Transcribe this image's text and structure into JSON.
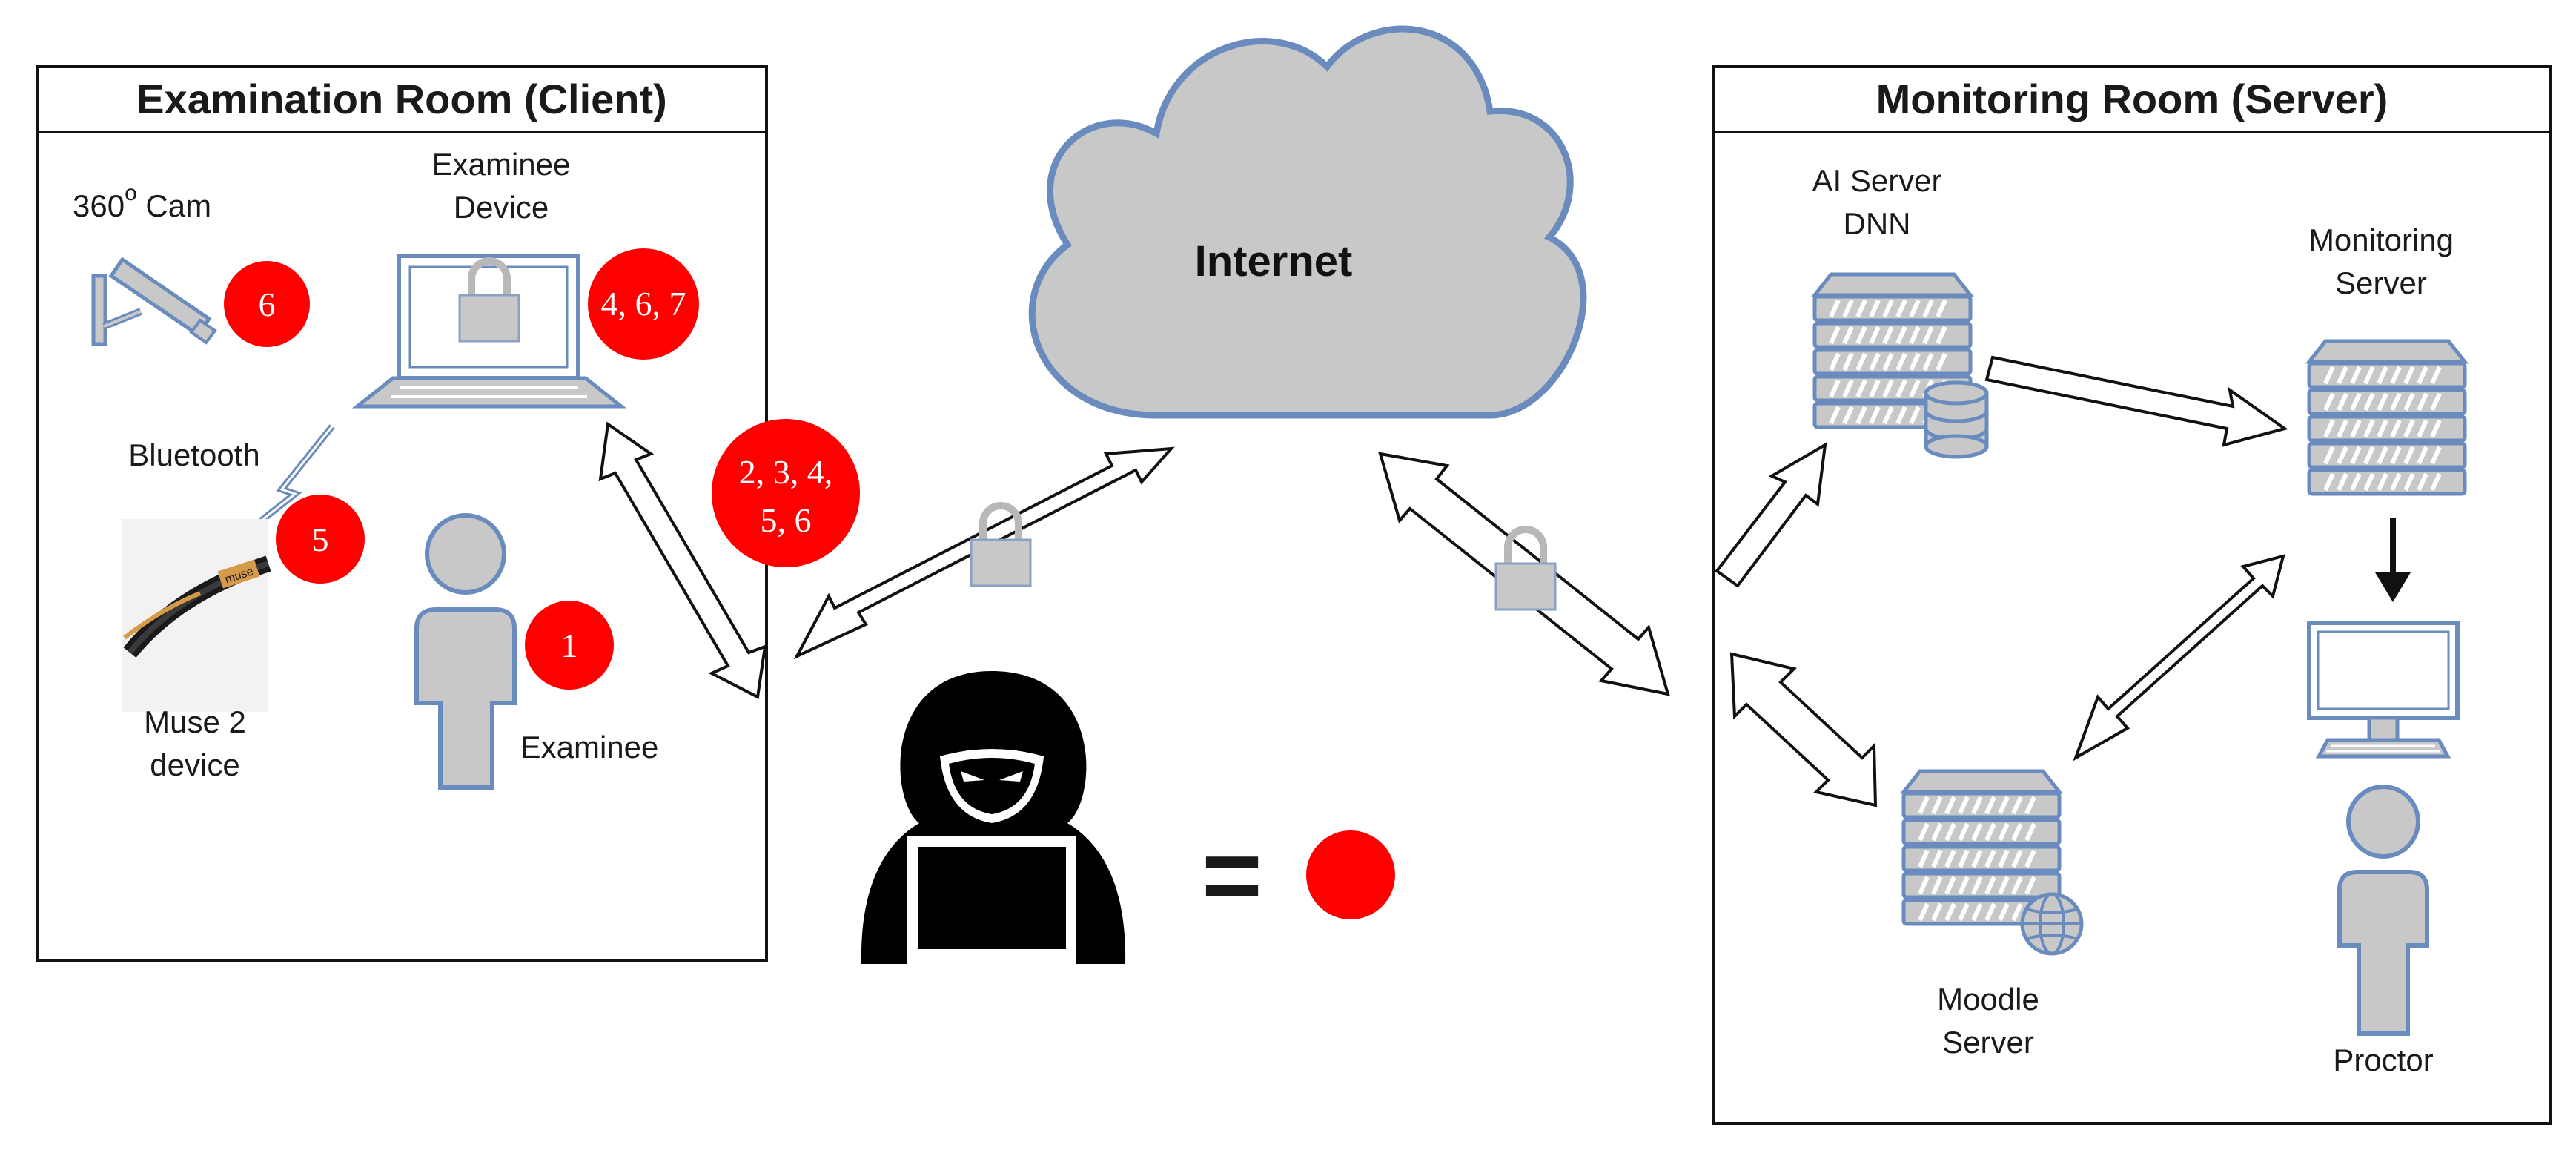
{
  "client_panel": {
    "title": "Examination Room (Client)"
  },
  "server_panel": {
    "title": "Monitoring Room (Server)"
  },
  "cloud": {
    "label": "Internet"
  },
  "labels": {
    "cam_prefix": "360",
    "cam_degree": "o",
    "cam_suffix": " Cam",
    "examinee_device_line1": "Examinee",
    "examinee_device_line2": "Device",
    "bluetooth": "Bluetooth",
    "muse_line1": "Muse 2",
    "muse_line2": "device",
    "muse_band_text": "muse",
    "examinee": "Examinee",
    "ai_server_line1": "AI Server",
    "ai_server_line2": "DNN",
    "monitoring_server_line1": "Monitoring",
    "monitoring_server_line2": "Server",
    "moodle_server_line1": "Moodle",
    "moodle_server_line2": "Server",
    "proctor": "Proctor"
  },
  "badges": {
    "cam": "6",
    "device": "4, 6, 7",
    "bluetooth": "5",
    "examinee": "1",
    "link_line1": "2, 3, 4,",
    "link_line2": "5, 6"
  },
  "legend": {
    "symbol": "="
  },
  "colors": {
    "badge": "#ff0000",
    "icon_fill": "#c8c8c8",
    "icon_stroke": "#6a8bbd",
    "hacker": "#000000"
  }
}
